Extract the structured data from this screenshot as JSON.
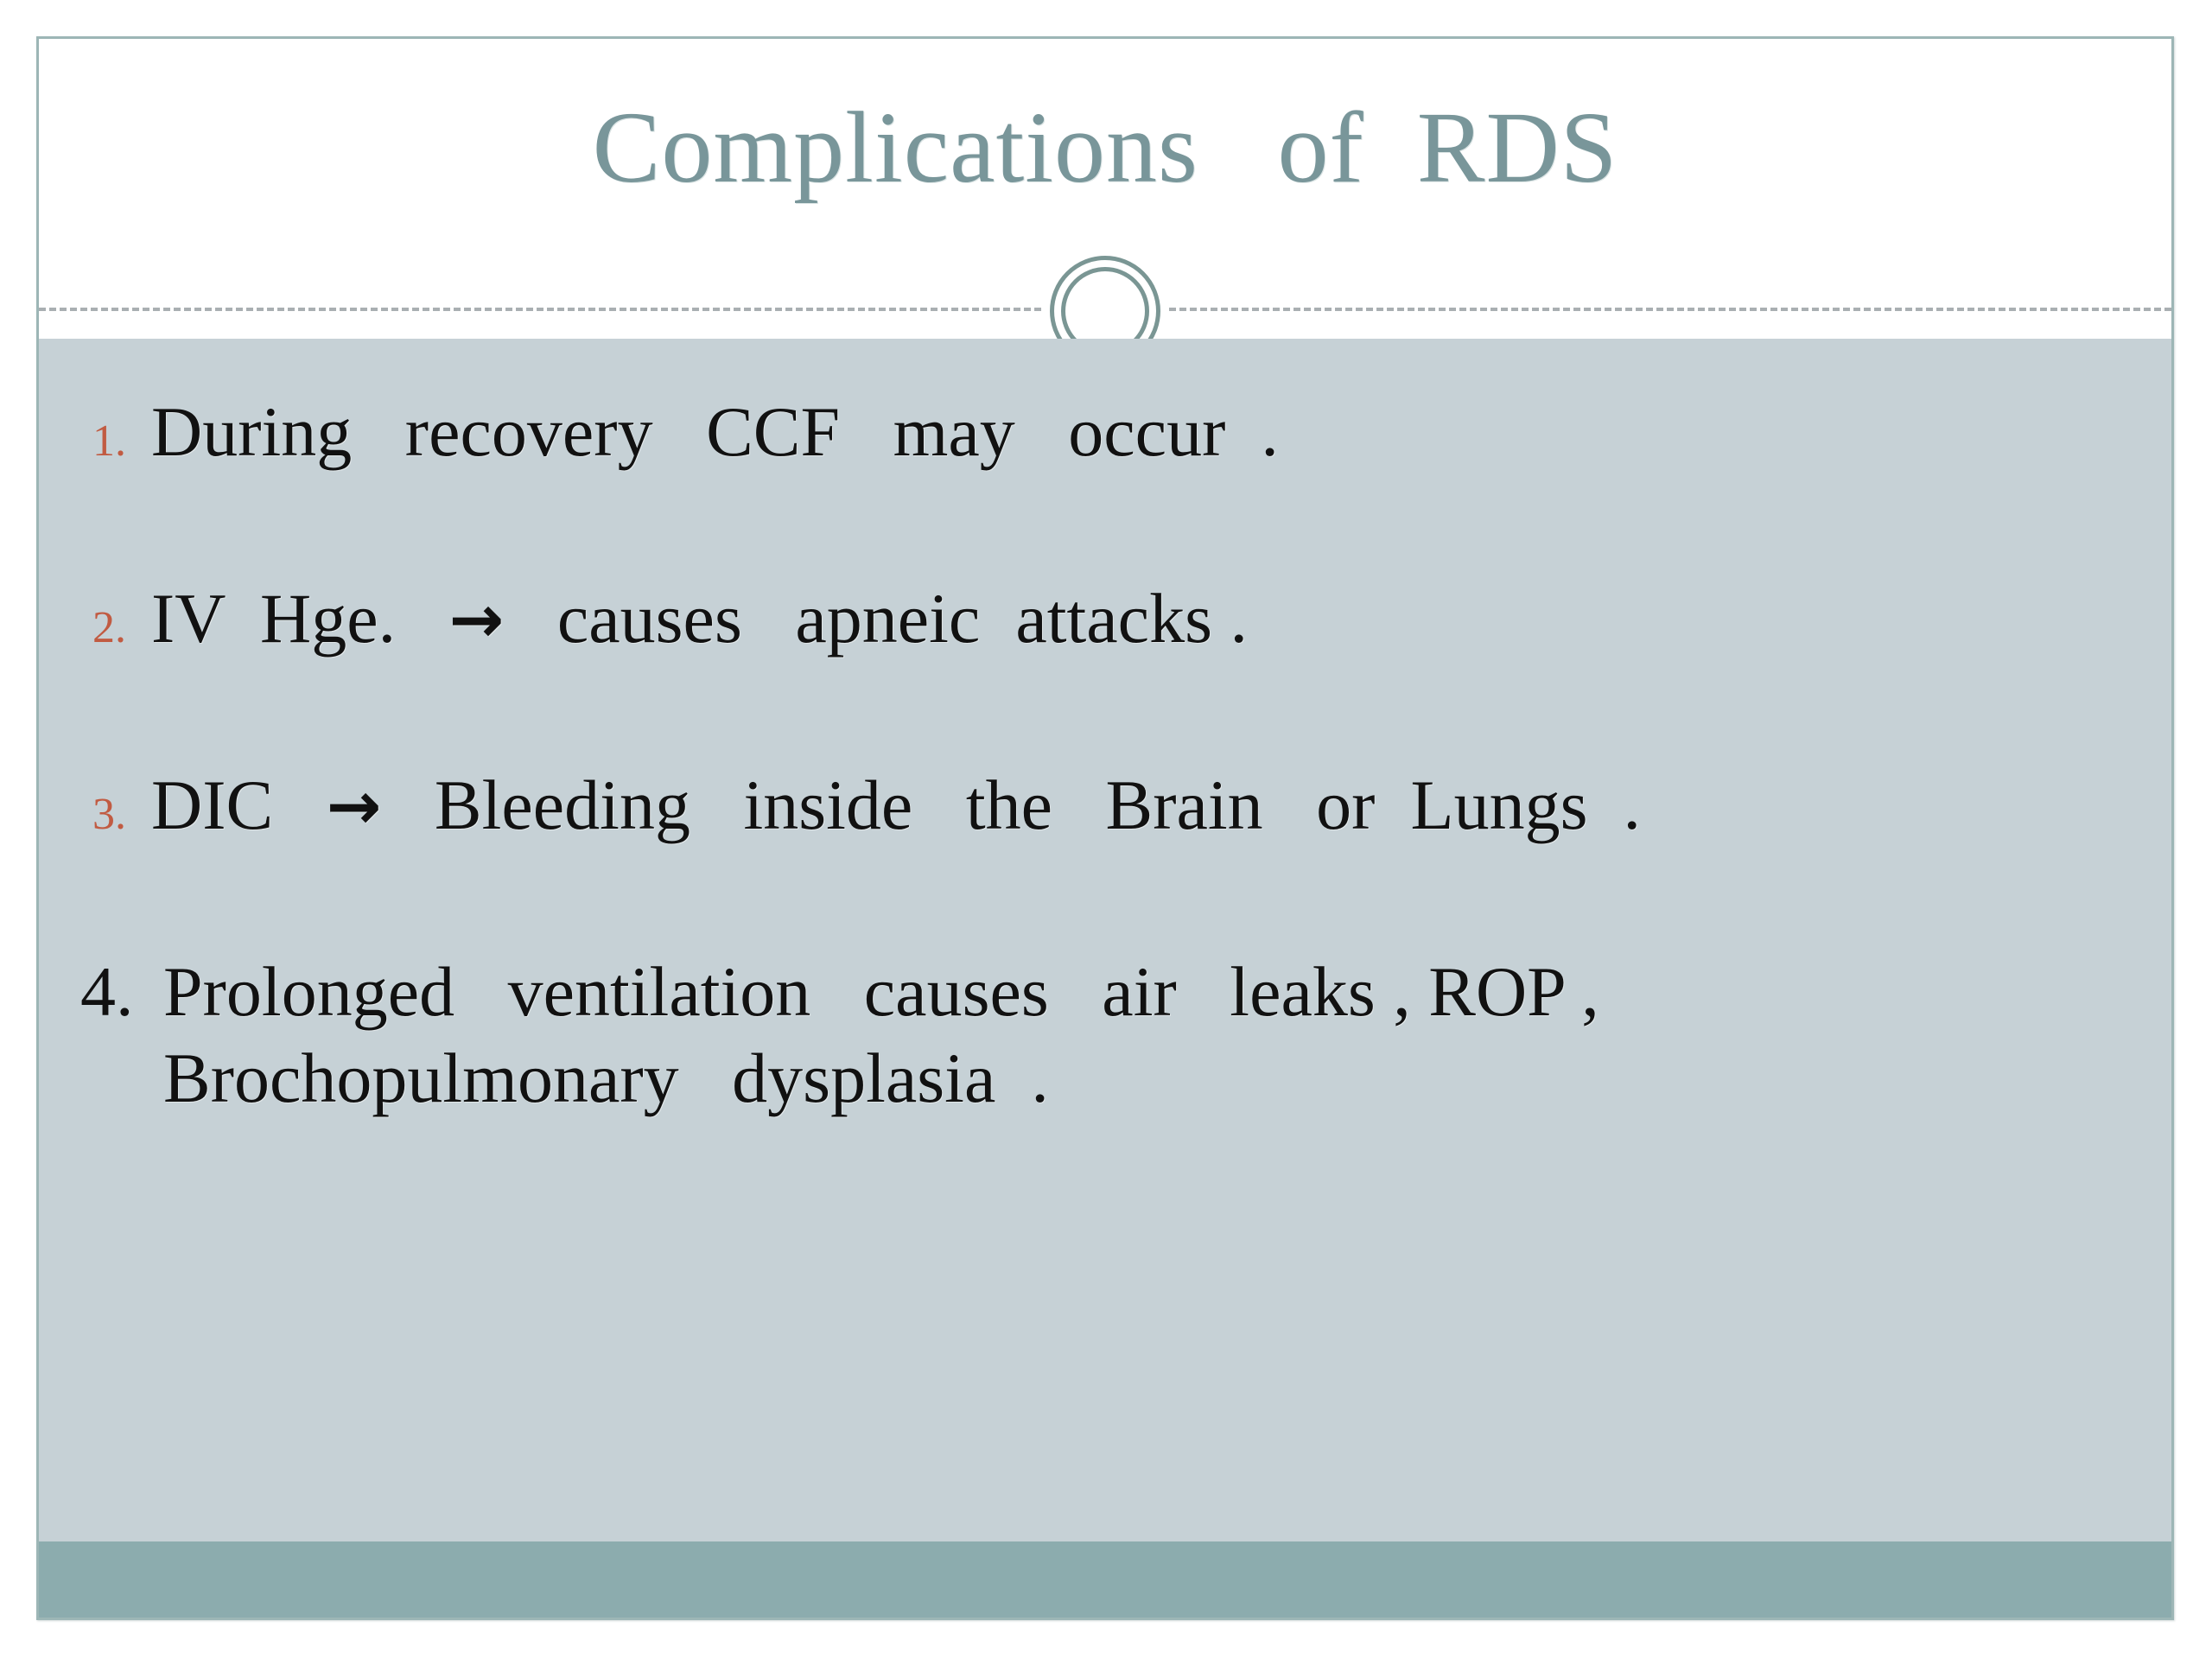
{
  "slide": {
    "title": "Complications   of  RDS",
    "colors": {
      "title_text": "#79969A",
      "body_background": "#C6D1D6",
      "bottom_bar": "#8CACAE",
      "frame_border": "#9DB6B6",
      "number_accent": "#C15B42",
      "body_text": "#111111",
      "divider_dash": "#A9AFB2",
      "ornament_ring": "#7A9694"
    },
    "ornament": {
      "name": "double-ring-circle"
    },
    "bullets": [
      {
        "number": "1.",
        "number_style": "accent",
        "text": "During   recovery   CCF   may   occur  ."
      },
      {
        "number": "2.",
        "number_style": "accent",
        "text_before_arrow": "IV  Hge.   ",
        "arrow": "→",
        "text_after_arrow": "   causes   apneic  attacks ."
      },
      {
        "number": "3.",
        "number_style": "accent",
        "text_before_arrow": "DIC   ",
        "arrow": "→",
        "text_after_arrow": "   Bleeding   inside   the   Brain   or  Lungs  ."
      },
      {
        "number": "4.",
        "number_style": "plain",
        "text": "Prolonged   ventilation   causes   air   leaks , ROP ,  Brochopulmonary   dysplasia  ."
      }
    ]
  }
}
